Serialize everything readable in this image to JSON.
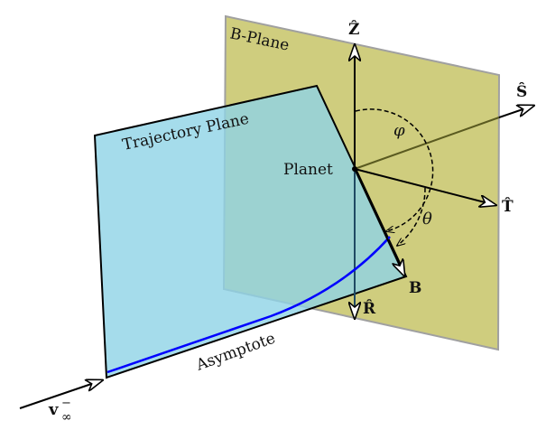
{
  "labels": {
    "b_plane": "B-Plane",
    "trajectory_plane": "Trajectory Plane",
    "planet": "Planet",
    "z_axis": "Ẑ",
    "s_axis": "Ŝ",
    "t_axis": "T̂",
    "r_axis": "R̂",
    "b_vector": "B",
    "phi": "φ",
    "theta": "θ",
    "asymptote": "Asymptote",
    "v_inf": "v",
    "v_inf_sup": "−",
    "v_inf_sub": "∞"
  },
  "colors": {
    "b_plane": "#cfcd7e",
    "trajectory_plane": "#8fd3e6",
    "trajectory_curve": "#0000ff",
    "s_axis_inside": "#5a5a20"
  }
}
